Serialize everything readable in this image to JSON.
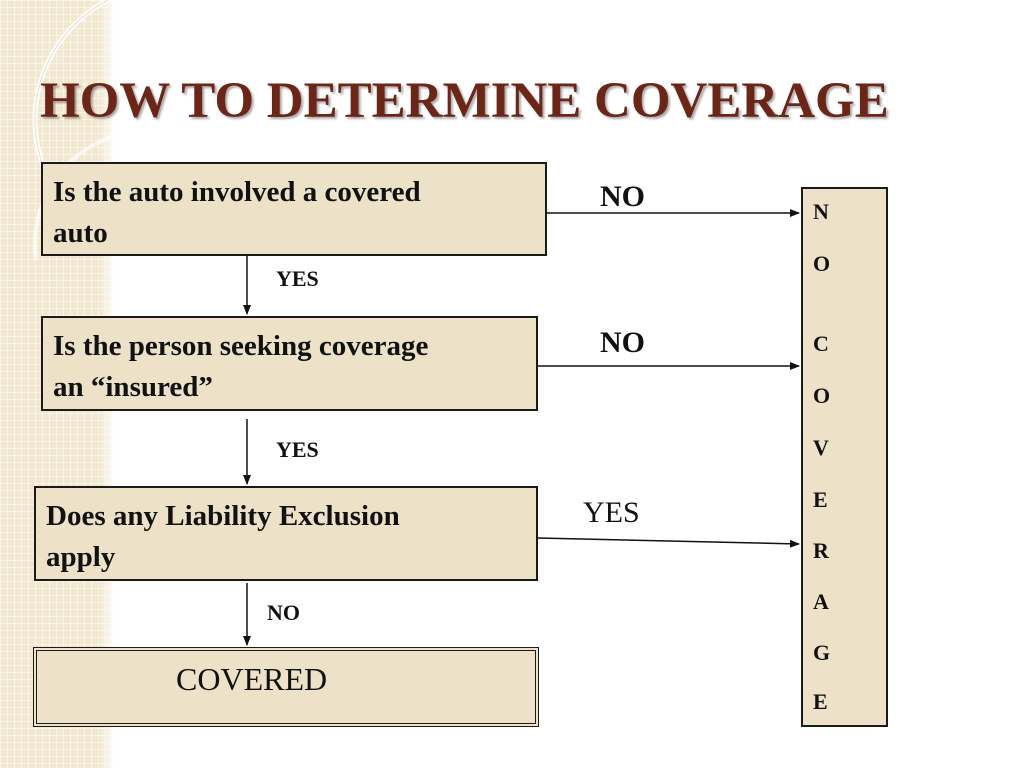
{
  "title": "HOW TO DETERMINE COVERAGE",
  "nodes": {
    "q1": {
      "line1": "Is the auto involved a covered",
      "line2": "auto"
    },
    "q2": {
      "line1": "Is the person seeking coverage",
      "line2": "an “insured”"
    },
    "q3": {
      "line1": "Does any Liability Exclusion",
      "line2": "apply"
    },
    "covered": "COVERED",
    "no_coverage_letters": [
      "N",
      "O",
      "C",
      "O",
      "V",
      "E",
      "R",
      "A",
      "G",
      "E"
    ]
  },
  "edges": {
    "q1_no": "NO",
    "q1_yes": "YES",
    "q2_no": "NO",
    "q2_yes": "YES",
    "q3_yes": "YES",
    "q3_no": "NO"
  },
  "colors": {
    "title": "#6b2618",
    "box_fill": "#ede2c7",
    "border": "#1a1a1a",
    "band": "#f2e7cf"
  }
}
